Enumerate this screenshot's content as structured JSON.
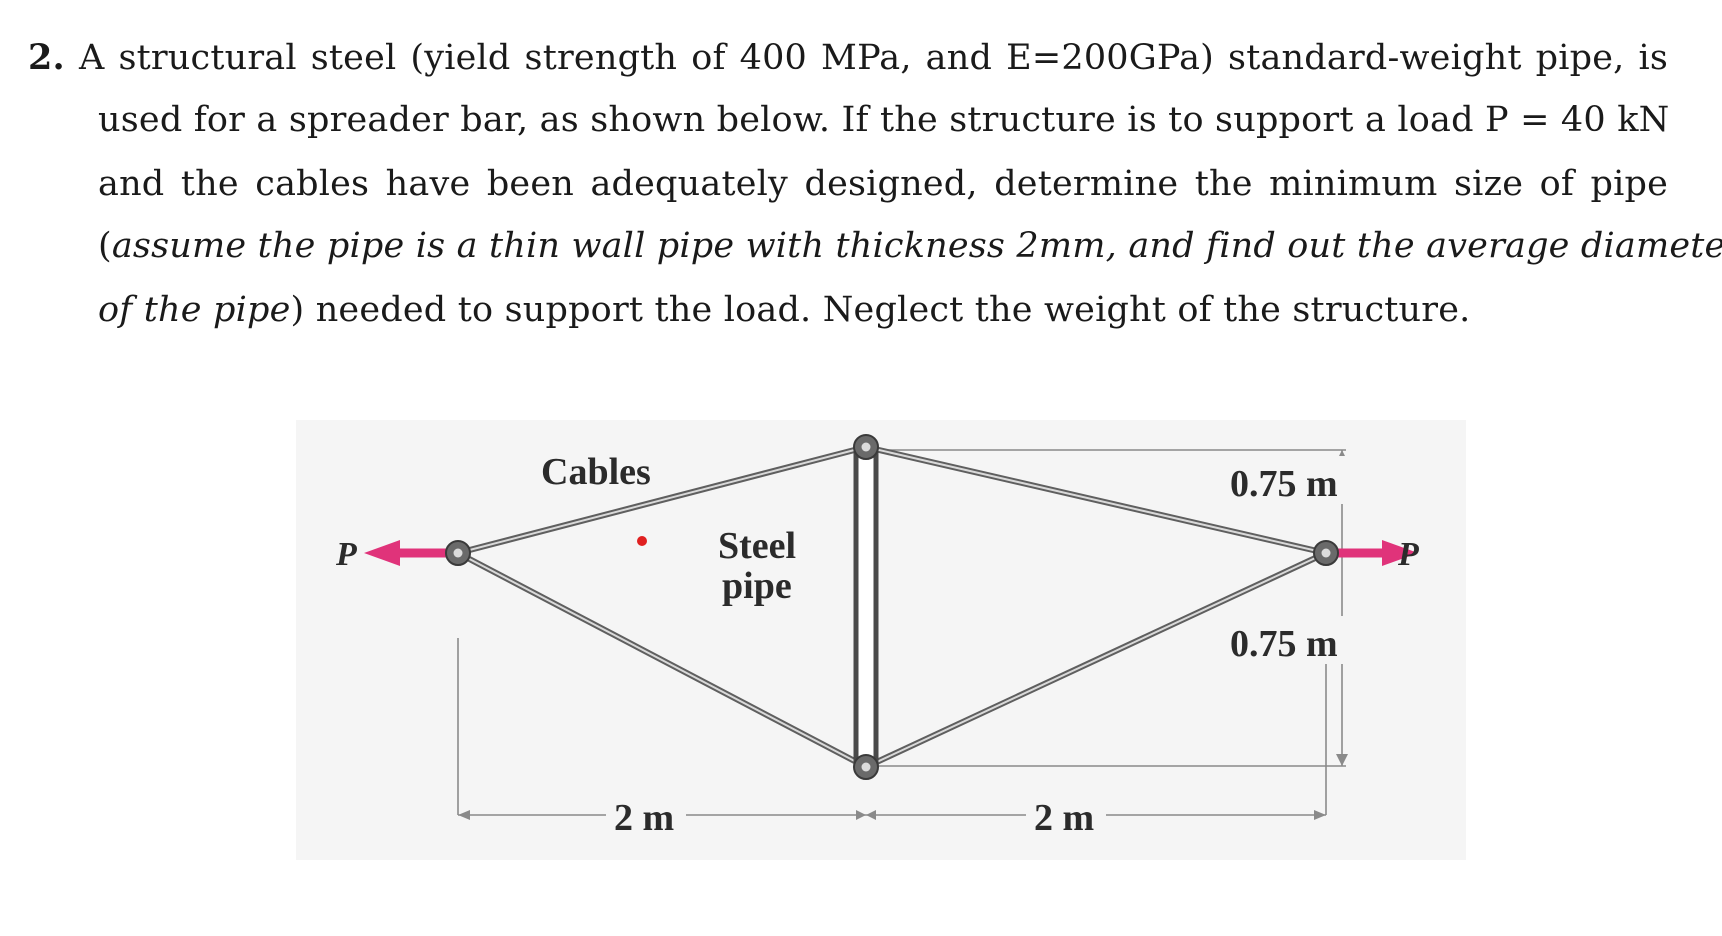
{
  "problem": {
    "number": "2.",
    "line1": "A structural steel (yield strength of 400 MPa, and E=200GPa) standard-weight pipe, is",
    "line2": "used for a spreader bar, as shown below. If the structure is to support a load P = 40 kN",
    "line3": "and the cables have been adequately designed, determine the minimum size of pipe",
    "line4_open": "(",
    "line4_italic": "assume the pipe is a thin wall pipe with thickness 2mm, and find out the average diameter",
    "line5_italic": "of the pipe",
    "line5_rest": ") needed to support the load. Neglect the weight of the structure."
  },
  "figure": {
    "cables_label": "Cables",
    "steel_label": "Steel",
    "pipe_label": "pipe",
    "load_left": "P",
    "load_right": "P",
    "dim_top": "0.75 m",
    "dim_bottom": "0.75 m",
    "dim_left": "2 m",
    "dim_right": "2 m",
    "colors": {
      "load_arrow": "#e0337a",
      "cable": "#5a5a5a",
      "pipe": "#4a4a4a",
      "dimension_line": "#8a8a8a",
      "background": "#f4f4f4",
      "marker": "#e02020"
    }
  }
}
